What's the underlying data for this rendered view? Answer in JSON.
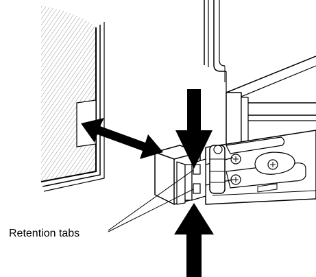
{
  "figure": {
    "callout": {
      "label": "Retention tabs"
    },
    "colors": {
      "line": "#000000",
      "hatch": "#8a8a8a",
      "fill": "#ffffff",
      "arrow": "#000000"
    },
    "parts": [
      "hatched-panel",
      "connector-housing",
      "retention-tabs",
      "motherboard-connector-assembly",
      "slot-guide",
      "insert-arrow",
      "press-arrow-top",
      "press-arrow-bottom"
    ]
  }
}
